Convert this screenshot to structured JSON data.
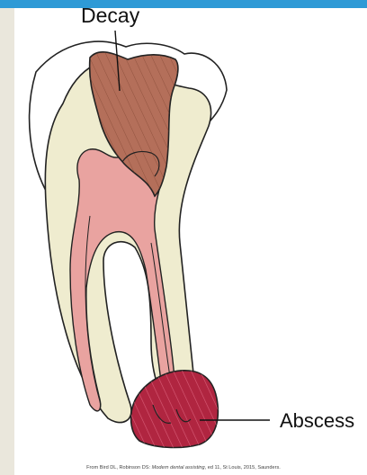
{
  "labels": {
    "decay": "Decay",
    "abscess": "Abscess"
  },
  "citation": {
    "prefix": "From Bird DL, Robinson DS: ",
    "title": "Modern dental assisting",
    "suffix": ", ed 11, St Louis, 2015, Saunders."
  },
  "colors": {
    "accent_bar": "#2e9ad6",
    "side_strip": "#eae7dc",
    "enamel": "#ffffff",
    "dentin": "#efeccf",
    "pulp": "#e9a3a0",
    "decay": "#b46f5a",
    "abscess": "#b02540"
  }
}
